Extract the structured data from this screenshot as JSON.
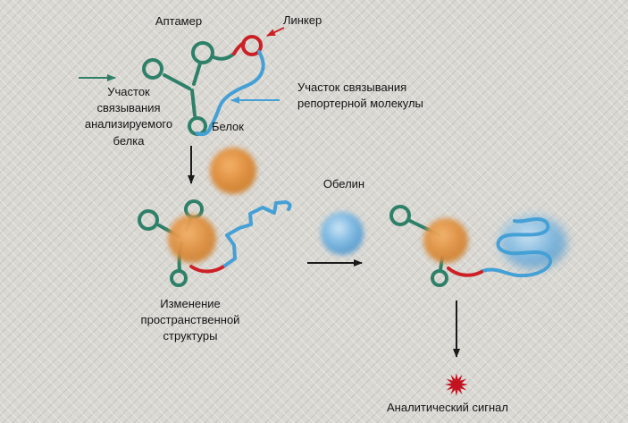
{
  "diagram": {
    "labels": {
      "aptamer": "Аптамер",
      "linker": "Линкер",
      "protein_binding_site": "Участок связывания анализируемого белка",
      "reporter_binding_site": "Участок связывания репортерной молекулы",
      "protein": "Белок",
      "obelin": "Обелин",
      "structure_change": "Изменение пространственной структуры",
      "analytical_signal": "Аналитический сигнал"
    },
    "colors": {
      "aptamer_green": "#2e8069",
      "reporter_blue": "#45a0d6",
      "linker_red": "#cd2026",
      "protein_orange": "#dd8a3c",
      "obelin_blue": "#6fb3e0",
      "signal_red": "#c41320",
      "background": "#d9d8d3"
    }
  }
}
